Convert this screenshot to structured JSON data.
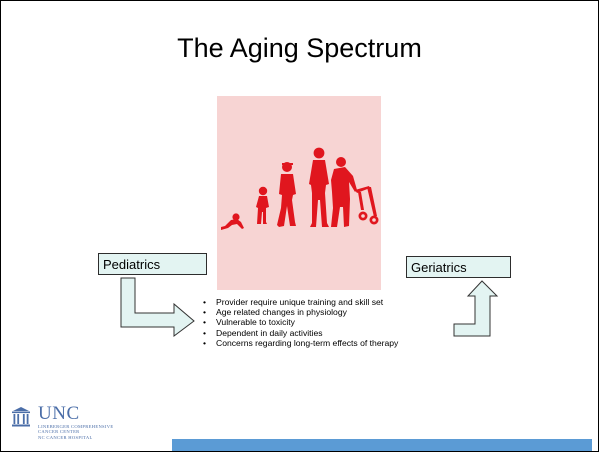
{
  "slide": {
    "title": "The Aging Spectrum"
  },
  "labels": {
    "left": "Pediatrics",
    "right": "Geriatrics"
  },
  "bullets": [
    "Provider require unique training and skill set",
    "Age related changes in physiology",
    "Vulnerable to toxicity",
    "Dependent in daily activities",
    "Concerns regarding long-term effects of therapy"
  ],
  "logo": {
    "main": "UNC",
    "line1": "LINEBERGER COMPREHENSIVE",
    "line2": "CANCER CENTER",
    "line3": "NC CANCER HOSPITAL"
  },
  "colors": {
    "label_fill": "#e3f4f2",
    "photo_bg": "#f7d4d3",
    "silhouette": "#e0161e",
    "arrow_fill": "#e3f4f2",
    "footer_bar": "#5b9bd5",
    "logo": "#4b6ea8"
  },
  "image": {
    "icon": "aging-evolution-silhouettes"
  }
}
